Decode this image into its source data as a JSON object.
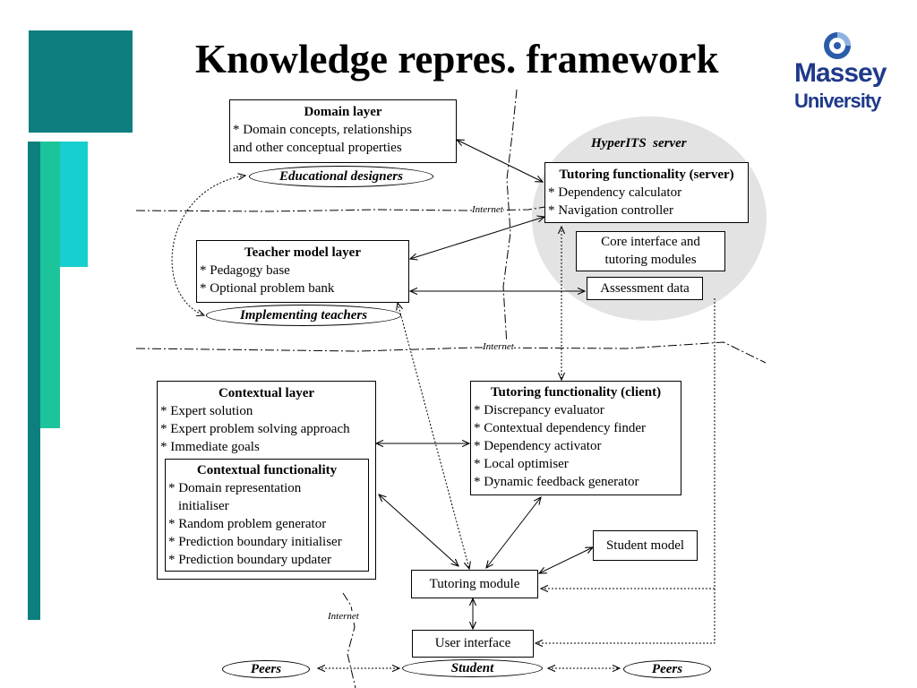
{
  "title": "Knowledge repres. framework",
  "logo": {
    "line1": "Massey",
    "line2": "University",
    "color": "#1f3a8a"
  },
  "server": {
    "label": "HyperITS  server"
  },
  "domain_layer": {
    "heading": "Domain layer",
    "lines": [
      "* Domain concepts, relationships",
      "and other conceptual properties"
    ]
  },
  "educational_designers": "Educational designers",
  "tutoring_server": {
    "heading": "Tutoring functionality (server)",
    "lines": [
      "* Dependency calculator",
      "* Navigation controller"
    ]
  },
  "internet_labels": [
    "Internet",
    "Internet",
    "Internet"
  ],
  "teacher_model": {
    "heading": "Teacher model layer",
    "lines": [
      "* Pedagogy base",
      "* Optional problem bank"
    ]
  },
  "core_interface": {
    "lines": [
      "Core interface and",
      "tutoring modules"
    ]
  },
  "assessment_data": "Assessment data",
  "implementing_teachers": "Implementing teachers",
  "contextual_layer": {
    "heading": "Contextual layer",
    "lines": [
      "* Expert solution",
      "* Expert problem solving approach",
      "* Immediate goals"
    ]
  },
  "contextual_functionality": {
    "heading": "Contextual functionality",
    "lines": [
      "* Domain representation",
      "initialiser",
      "* Random problem generator",
      "* Prediction boundary initialiser",
      "* Prediction boundary updater"
    ]
  },
  "tutoring_client": {
    "heading": "Tutoring functionality (client)",
    "lines": [
      "* Discrepancy evaluator",
      "* Contextual dependency finder",
      "* Dependency activator",
      "* Local optimiser",
      "* Dynamic feedback generator"
    ]
  },
  "student_model": "Student model",
  "tutoring_module": "Tutoring module",
  "user_interface": "User interface",
  "peers_left": "Peers",
  "student": "Student",
  "peers_right": "Peers",
  "colors": {
    "teal_dark": "#0d7f7f",
    "teal_mid": "#1bc49a",
    "cyan": "#18cfcf",
    "server_bg": "#e3e3e3"
  }
}
